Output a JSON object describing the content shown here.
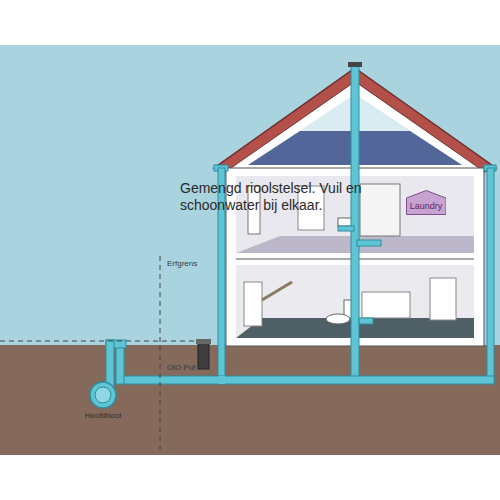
{
  "diagram": {
    "title": "Gemengd rioolstelsel. Vuil en schoonwater bij elkaar.",
    "nodes": [
      {
        "text": [
          "Laundry"
        ]
      },
      {
        "text": [
          "Hoofdriool"
        ]
      }
    ],
    "labels": [
      "Erfgrens",
      "OlO Put"
    ]
  }
}
